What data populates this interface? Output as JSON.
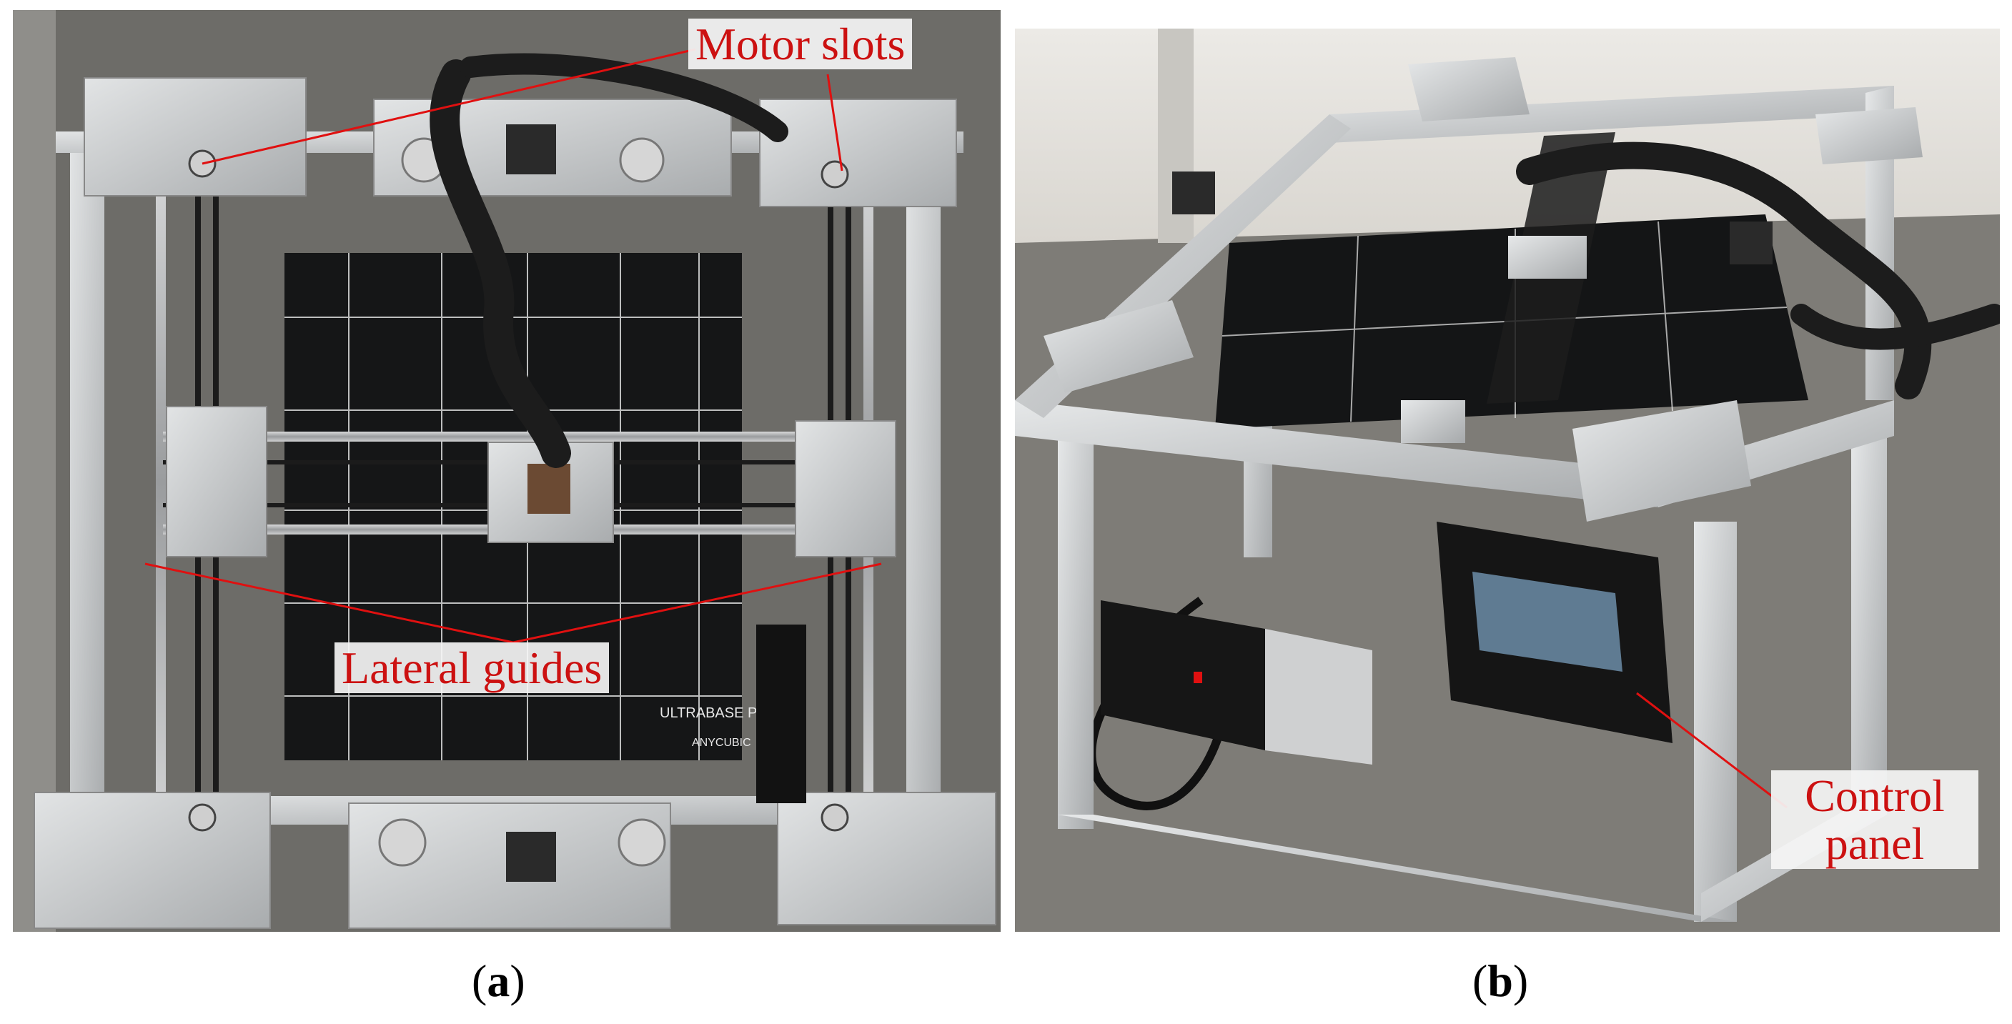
{
  "panels": [
    {
      "id": "a",
      "caption_open": "(",
      "caption_letter": "a",
      "caption_close": ")",
      "description": "Top-down photo of a gantry 3D printer frame with aluminum profiles, belts, stepper motors and an Anycubic Ultrabase Pro heated bed",
      "bed_brand": "ULTRABASE PRO",
      "bed_logo": "ANYCUBIC",
      "callouts": [
        {
          "label": "Motor slots"
        },
        {
          "label": "Lateral guides"
        }
      ]
    },
    {
      "id": "b",
      "caption_open": "(",
      "caption_letter": "b",
      "caption_close": ")",
      "description": "Perspective photo of the same printer showing the control box, power supply and touchscreen control panel",
      "callouts": [
        {
          "label_line1": "Control",
          "label_line2": "panel"
        }
      ]
    }
  ],
  "colors": {
    "callout_text": "#cc1111",
    "callout_line": "#e01010",
    "aluminum": "#c9cbcc",
    "bed": "#141516",
    "floor": "#6e6d69"
  }
}
